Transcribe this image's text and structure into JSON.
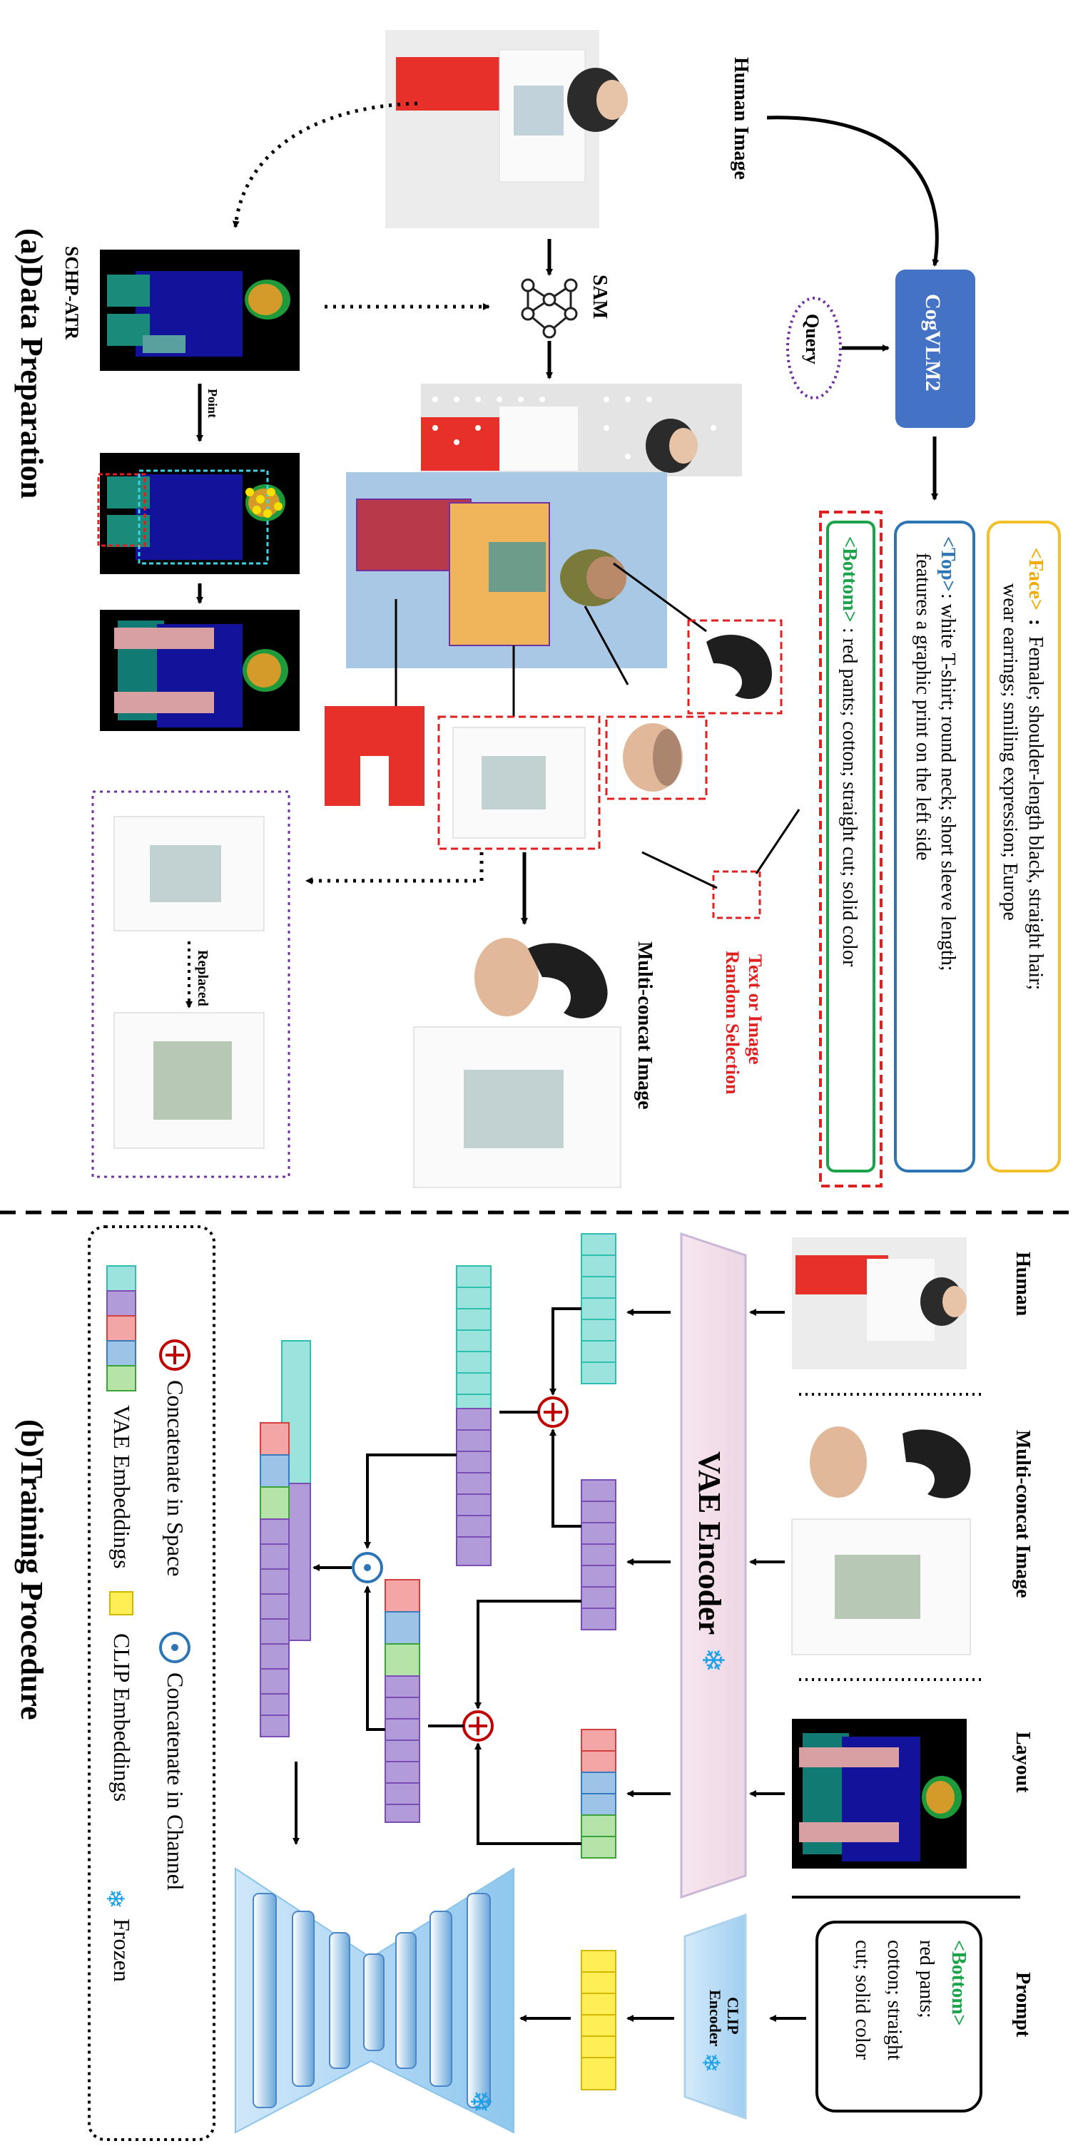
{
  "section_a": {
    "title": "(a)Data Preparation",
    "labels": {
      "human_image": "Human Image",
      "sam": "SAM",
      "schp": "SCHP-ATR",
      "point": "Point",
      "cogvlm": "CogVLM2",
      "query": "Query",
      "multi_concat": "Multi-concat Image",
      "random_line1": "Text or Image",
      "random_line2": "Random Selection",
      "replaced": "Replaced"
    },
    "face": {
      "tag": "<Face>",
      "colon": ":",
      "line1": "Female; shoulder-length black, straight hair;",
      "line2": "wear earrings; smiling expression; Europe"
    },
    "top": {
      "tag": "<Top>",
      "line1": ": white T-shirt; round neck; short sleeve length;",
      "line2": "features a graphic print on the left side"
    },
    "bottom": {
      "tag": "<Bottom>",
      "text": ": red pants; cotton; straight cut; solid color"
    }
  },
  "section_b": {
    "title": "(b)Training Procedure",
    "labels": {
      "human": "Human",
      "multi_concat": "Multi-concat Image",
      "layout": "Layout",
      "prompt": "Prompt",
      "vae_encoder": "VAE Encoder",
      "clip_line1": "CLIP",
      "clip_line2": "Encoder"
    },
    "prompt": {
      "tag": "<Bottom>",
      "line1": "red pants;",
      "line2": "cotton; straight",
      "line3": "cut; solid color"
    },
    "legend": {
      "concat_space": "Concatenate in Space",
      "concat_channel": "Concatenate in Channel",
      "vae_embeddings": "VAE Embeddings",
      "clip_embeddings": "CLIP Embeddings",
      "frozen": "Frozen"
    }
  },
  "colors": {
    "face_border": "#f2c029",
    "face_tag": "#f2a900",
    "top_border": "#2e75b6",
    "bottom_border": "#1aa34a",
    "red_dash": "#e02020",
    "purple_dot": "#7030a0",
    "cogvlm": "#4472c4",
    "teal": "#9be3dc",
    "purple": "#b19cd9",
    "pink": "#f4a6a6",
    "blue": "#9dc3e6",
    "green": "#b6e3a8",
    "yellow": "#ffee55",
    "vae_fill": "#f3e0ea",
    "clip_fill": "#d8ecf8"
  }
}
